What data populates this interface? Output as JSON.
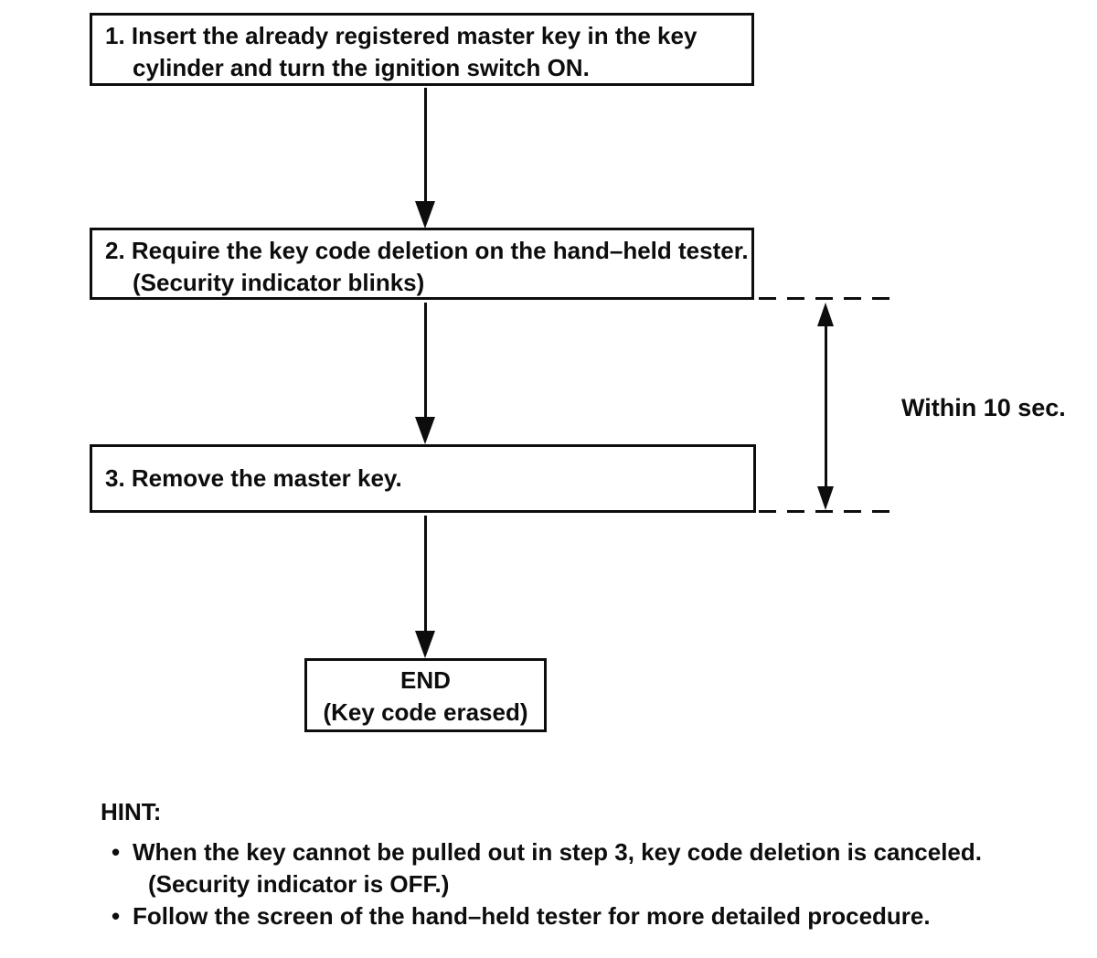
{
  "colors": {
    "ink": "#0d0d0d",
    "background": "#ffffff"
  },
  "flowchart": {
    "step1": {
      "line1": "1. Insert the already registered master key in the key",
      "line2": "cylinder and turn the ignition switch ON."
    },
    "step2": {
      "line1": "2. Require the key code deletion on the hand–held tester.",
      "line2": "(Security indicator blinks)"
    },
    "step3": {
      "line1": "3. Remove the master key."
    },
    "end": {
      "title": "END",
      "subtitle": "(Key code erased)"
    },
    "timing_label": "Within 10 sec."
  },
  "hint": {
    "title": "HINT:",
    "bullet_glyph": "•",
    "bullet1": {
      "line1": "When the key cannot be pulled out in step 3, key code deletion is canceled.",
      "line2": "(Security indicator is OFF.)"
    },
    "bullet2": {
      "line1": "Follow the screen of the hand–held tester for more detailed procedure."
    }
  }
}
